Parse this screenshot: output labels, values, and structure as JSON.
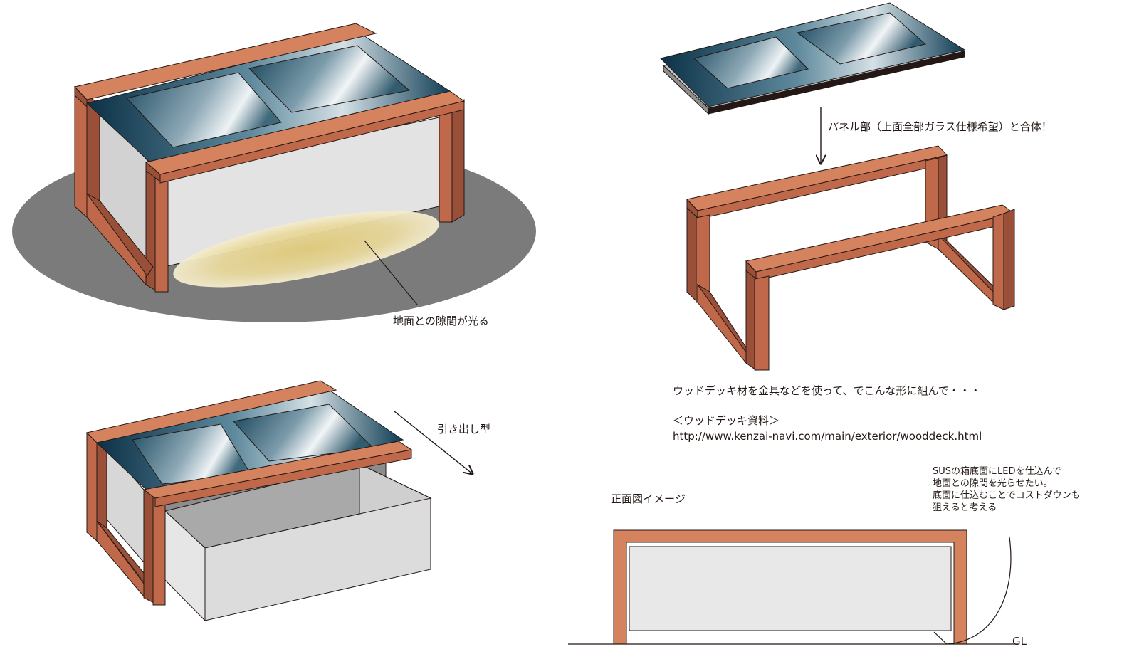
{
  "labels": {
    "ground_glow": "地面との隙間が光る",
    "drawer_type": "引き出し型",
    "panel_merge": "パネル部（上面全部ガラス仕様希望）と合体！",
    "wooddeck_desc": "ウッドデッキ材を金具などを使って、でこんな形に組んで・・・",
    "wooddeck_ref_title": "＜ウッドデッキ資料＞",
    "wooddeck_ref_url": "http://www.kenzai-navi.com/main/exterior/wooddeck.html",
    "front_view_title": "正面図イメージ",
    "led_note": [
      "SUSの箱底面にLEDを仕込んで",
      "地面との隙間を光らせたい。",
      "底面に仕込むことでコストダウンも",
      "狙えると考える"
    ],
    "gl": "GL"
  },
  "colors": {
    "wood_top": "#d5835f",
    "wood_front": "#c0684a",
    "wood_side": "#9a5038",
    "outline": "#231815",
    "glass_dark": "#0c3a52",
    "steel_light": "#e3e3e3",
    "floor_shadow": "#7b7b7b",
    "led_glow": "#e9d58a"
  }
}
